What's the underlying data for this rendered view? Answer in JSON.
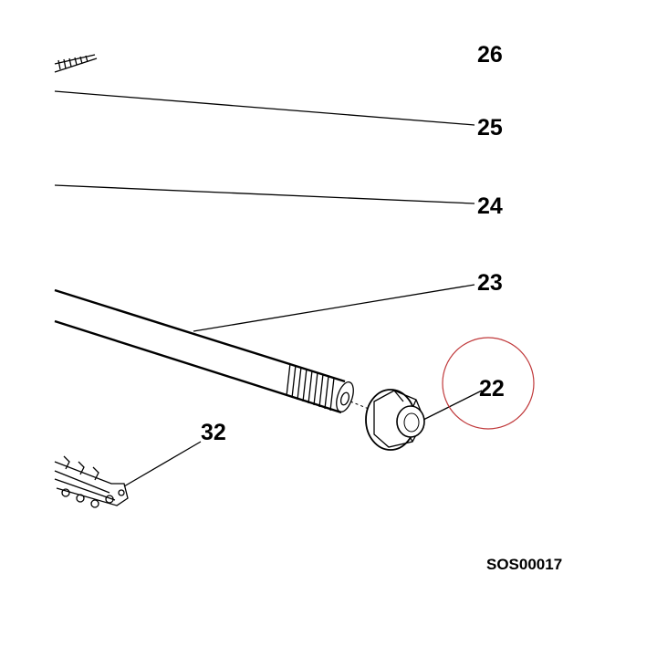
{
  "callouts": {
    "c26": "26",
    "c25": "25",
    "c24": "24",
    "c23": "23",
    "c22": "22",
    "c32": "32"
  },
  "drawing_code": "SOS00017",
  "highlight": {
    "target": "22",
    "color": "#c0393b"
  },
  "icons": {
    "rod": "threaded-rod-icon",
    "nut": "flange-nut-icon",
    "chain": "drive-chain-icon",
    "bolt": "threaded-bolt-icon"
  }
}
